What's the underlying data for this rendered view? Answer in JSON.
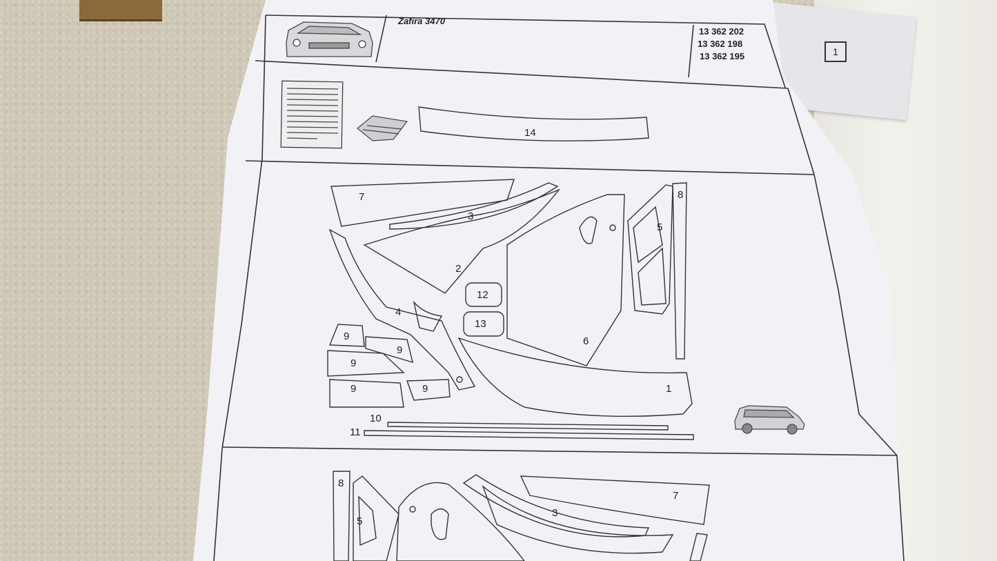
{
  "header": {
    "model": "Zafira 3470",
    "part_numbers": [
      "13 362 202",
      "13 362 198",
      "13 362 195"
    ]
  },
  "sheet_number": "1",
  "parts": {
    "p1": "1",
    "p2": "2",
    "p3": "3",
    "p4": "4",
    "p5": "5",
    "p6": "6",
    "p7": "7",
    "p8": "8",
    "p9a": "9",
    "p9b": "9",
    "p9c": "9",
    "p9d": "9",
    "p9e": "9",
    "p10": "10",
    "p11": "11",
    "p12": "12",
    "p13": "13",
    "p14": "14",
    "p3b": "3",
    "p5b": "5",
    "p7b": "7",
    "p8b": "8"
  }
}
